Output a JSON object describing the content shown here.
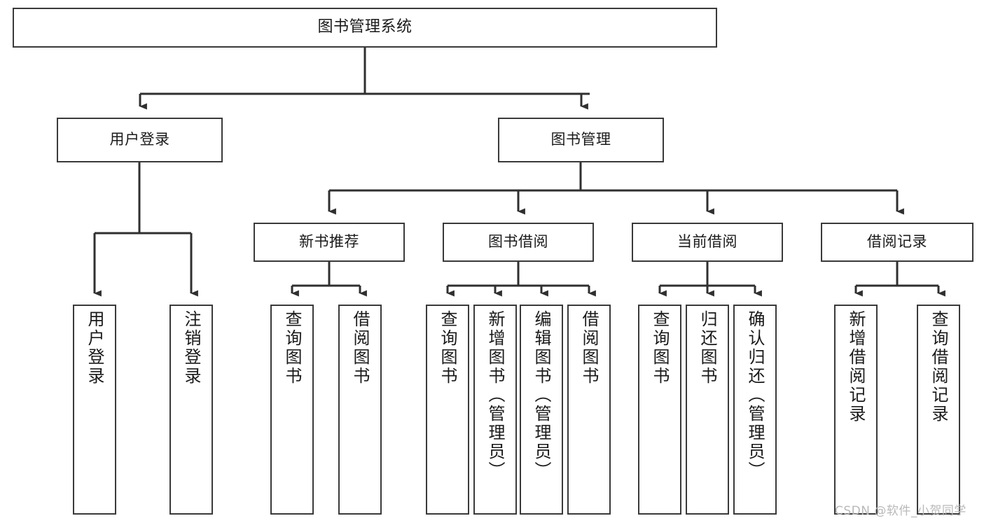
{
  "diagram": {
    "title": "图书管理系统",
    "type": "tree-structure-chart",
    "root": {
      "id": "root",
      "label": "图书管理系统"
    },
    "level2": [
      {
        "id": "user-login",
        "label": "用户登录"
      },
      {
        "id": "book-manage",
        "label": "图书管理"
      }
    ],
    "level3": [
      {
        "id": "new-book-recommend",
        "label": "新书推荐"
      },
      {
        "id": "book-borrow",
        "label": "图书借阅"
      },
      {
        "id": "current-borrow",
        "label": "当前借阅"
      },
      {
        "id": "borrow-record",
        "label": "借阅记录"
      }
    ],
    "leaves": {
      "user_login": [
        {
          "id": "leaf-user-login",
          "label": "用户登录"
        },
        {
          "id": "leaf-logout",
          "label": "注销登录"
        }
      ],
      "new_book_recommend": [
        {
          "id": "leaf-query-book-1",
          "label": "查询图书"
        },
        {
          "id": "leaf-borrow-book-1",
          "label": "借阅图书"
        }
      ],
      "book_borrow": [
        {
          "id": "leaf-query-book-2",
          "label": "查询图书"
        },
        {
          "id": "leaf-add-book",
          "label": "新增图书（管理员）"
        },
        {
          "id": "leaf-edit-book",
          "label": "编辑图书（管理员）"
        },
        {
          "id": "leaf-borrow-book-2",
          "label": "借阅图书"
        }
      ],
      "current_borrow": [
        {
          "id": "leaf-query-book-3",
          "label": "查询图书"
        },
        {
          "id": "leaf-return-book",
          "label": "归还图书"
        },
        {
          "id": "leaf-confirm-return",
          "label": "确认归还（管理员）"
        }
      ],
      "borrow_record": [
        {
          "id": "leaf-add-record",
          "label": "新增借阅记录"
        },
        {
          "id": "leaf-query-record",
          "label": "查询借阅记录"
        }
      ]
    },
    "colors": {
      "box_border": "#3a3a3a",
      "box_fill": "#ffffff",
      "connector": "#2f2f2f",
      "text": "#1a1a1a",
      "watermark": "#b9b9b9",
      "background": "#ffffff"
    }
  },
  "watermark": {
    "text": "CSDN @软件_小贺同学"
  }
}
